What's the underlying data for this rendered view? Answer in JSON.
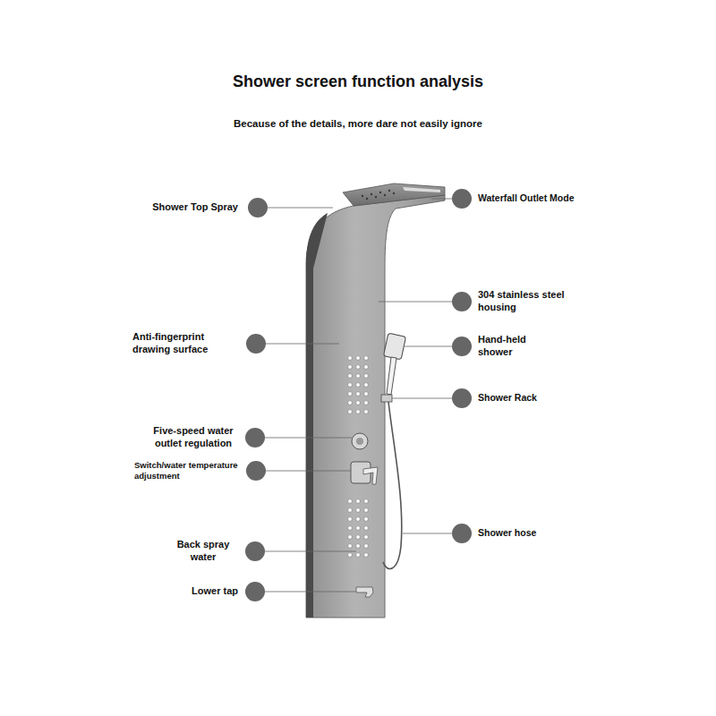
{
  "diagram": {
    "title": "Shower screen function analysis",
    "labels": [
      "Because of the details, more dare not easily ignore",
      "Shower Top Spray",
      "Waterfall Outlet Mode",
      "304 stainless steel housing",
      "Anti-fingerprint drawing surface",
      "Hand-held shower",
      "Shower Rack",
      "Five-speed water outlet regulation",
      "Switch/water temperature adjustment",
      "Back spray water",
      "Shower hose",
      "Lower tap"
    ]
  }
}
